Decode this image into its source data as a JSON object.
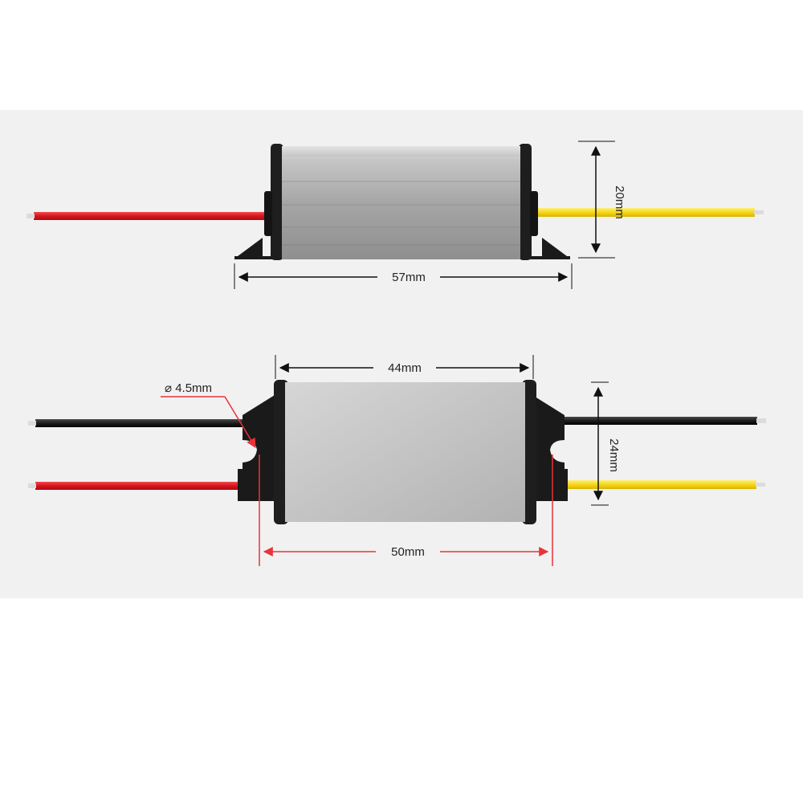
{
  "dimensions": {
    "side_length": "57mm",
    "side_height": "20mm",
    "top_length": "44mm",
    "top_width": "24mm",
    "hole_diameter": "⌀ 4.5mm",
    "hole_spacing": "50mm"
  },
  "colors": {
    "background_panel": "#f1f1f1",
    "wire_red": "#d8141b",
    "wire_yellow": "#f6d61a",
    "wire_black": "#1c1c1c",
    "dimension_black": "#111111",
    "dimension_red": "#e8333a"
  }
}
